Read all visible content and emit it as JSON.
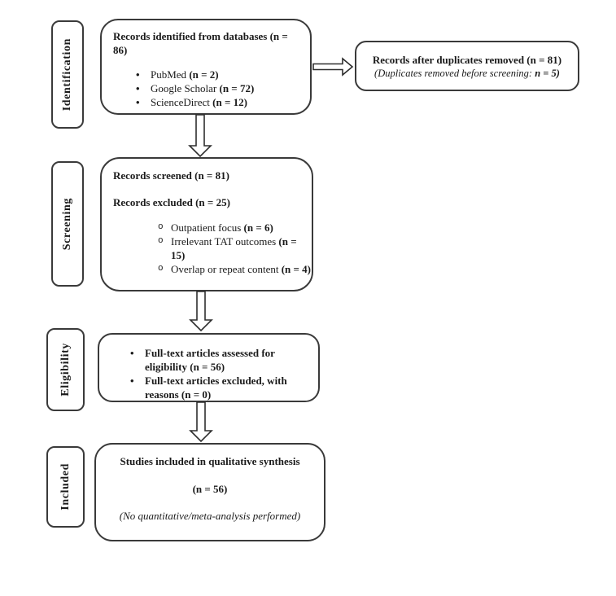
{
  "stages": [
    {
      "label": "Identification"
    },
    {
      "label": "Screening"
    },
    {
      "label": "Eligibility"
    },
    {
      "label": "Included"
    }
  ],
  "boxes": {
    "identified": {
      "title": "Records identified from databases (n = 86)",
      "bullets": [
        {
          "text": "PubMed ",
          "n": "(n = 2)"
        },
        {
          "text": "Google Scholar ",
          "n": "(n = 72)"
        },
        {
          "text": "ScienceDirect ",
          "n": "(n = 12)"
        }
      ]
    },
    "duplicates_removed": {
      "title": "Records after duplicates removed (n = 81)",
      "note_text": "(Duplicates removed before screening: ",
      "note_n": "n = 5)"
    },
    "screened": {
      "title": "Records screened (n = 81)",
      "excluded_title": "Records excluded (n = 25)",
      "bullets": [
        {
          "text": "Outpatient focus ",
          "n": "(n = 6)"
        },
        {
          "text": "Irrelevant TAT outcomes ",
          "n": "(n = 15)"
        },
        {
          "text": "Overlap or repeat content ",
          "n": "(n = 4)"
        }
      ]
    },
    "eligibility": {
      "bullets": [
        "Full-text articles assessed for eligibility (n = 56)",
        "Full-text articles excluded, with reasons (n = 0)"
      ]
    },
    "included": {
      "title": "Studies included in qualitative synthesis",
      "count": "(n = 56)",
      "note": "(No quantitative/meta-analysis performed)"
    }
  },
  "colors": {
    "border": "#3a3a3a",
    "text": "#1a1a1a",
    "background": "#ffffff"
  }
}
